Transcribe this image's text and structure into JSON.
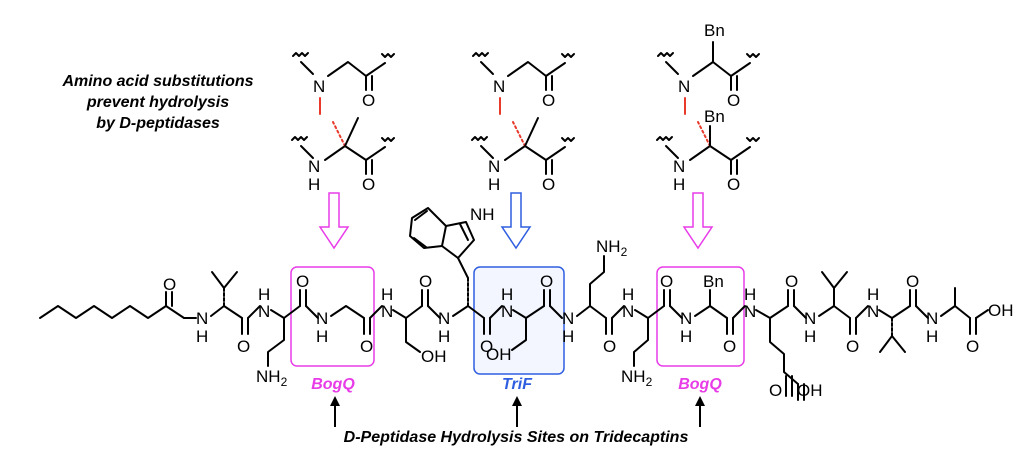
{
  "annotation": {
    "line1": "Amino acid substitutions",
    "line2": "prevent hydrolysis",
    "line3": "by D-peptidases"
  },
  "caption": "D-Peptidase Hydrolysis Sites on Tridecaptins",
  "sites": [
    {
      "label": "BogQ",
      "color": "#e83ce8"
    },
    {
      "label": "TriF",
      "color": "#2f5fe0"
    },
    {
      "label": "BogQ",
      "color": "#e83ce8"
    }
  ],
  "atoms": {
    "N": "N",
    "NH": "NH",
    "H": "H",
    "O": "O",
    "OH": "OH",
    "NH2": "NH",
    "two": "2",
    "Bn": "Bn"
  }
}
